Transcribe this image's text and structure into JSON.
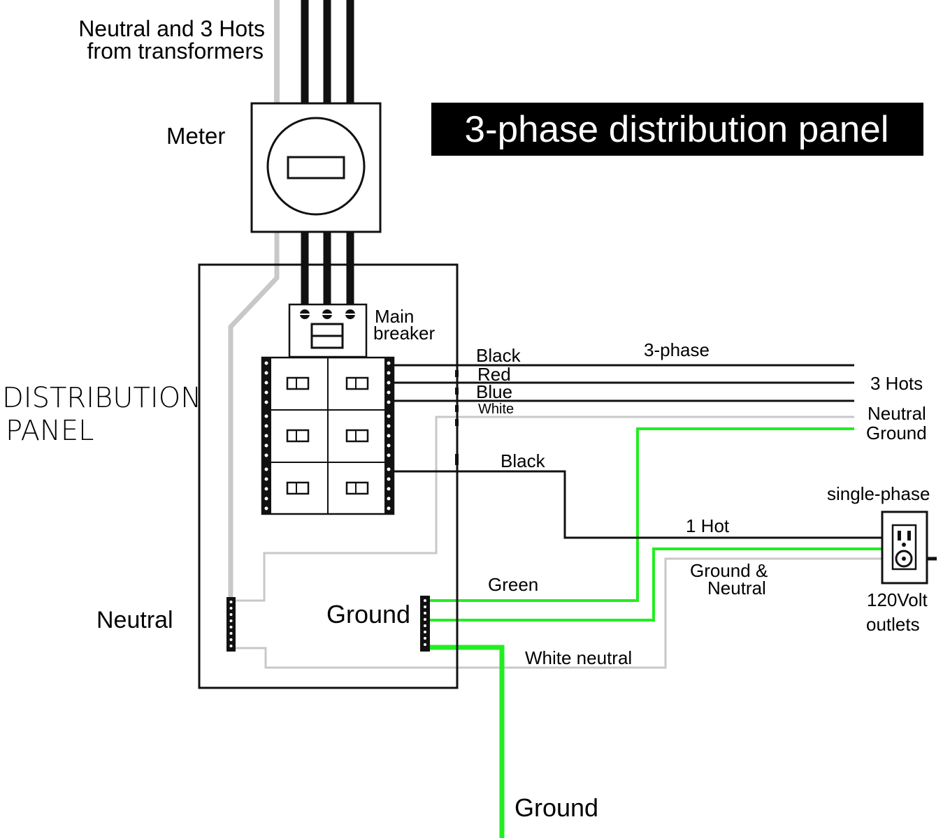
{
  "title": "3-phase distribution panel",
  "colors": {
    "black_wire": "#111111",
    "neutral_wire": "#c8c8c8",
    "ground_wire": "#22ee22",
    "title_bg": "#000000",
    "title_fg": "#ffffff"
  },
  "labels": {
    "source_line1": "Neutral and 3 Hots",
    "source_line2": "from transformers",
    "meter": "Meter",
    "main_breaker_line1": "Main",
    "main_breaker_line2": "breaker",
    "panel_line1": "DISTRIBUTION",
    "panel_line2": "PANEL",
    "neutral_bar": "Neutral",
    "ground_bar": "Ground",
    "three_phase": "3-phase",
    "wire_black": "Black",
    "wire_red": "Red",
    "wire_blue": "Blue",
    "wire_white": "White",
    "three_hots": "3 Hots",
    "neutral_out": "Neutral",
    "ground_out": "Ground",
    "black_single": "Black",
    "single_phase": "single-phase",
    "one_hot": "1 Hot",
    "ground_neutral_line1": "Ground &",
    "ground_neutral_line2": "Neutral",
    "green": "Green",
    "outlets_line1": "120Volt",
    "outlets_line2": "outlets",
    "white_neutral": "White neutral",
    "earth_ground": "Ground"
  },
  "icons": [
    "meter-icon",
    "main-breaker-icon",
    "breaker-icon",
    "neutral-bus-bar-icon",
    "ground-bus-bar-icon",
    "outlet-icon"
  ]
}
